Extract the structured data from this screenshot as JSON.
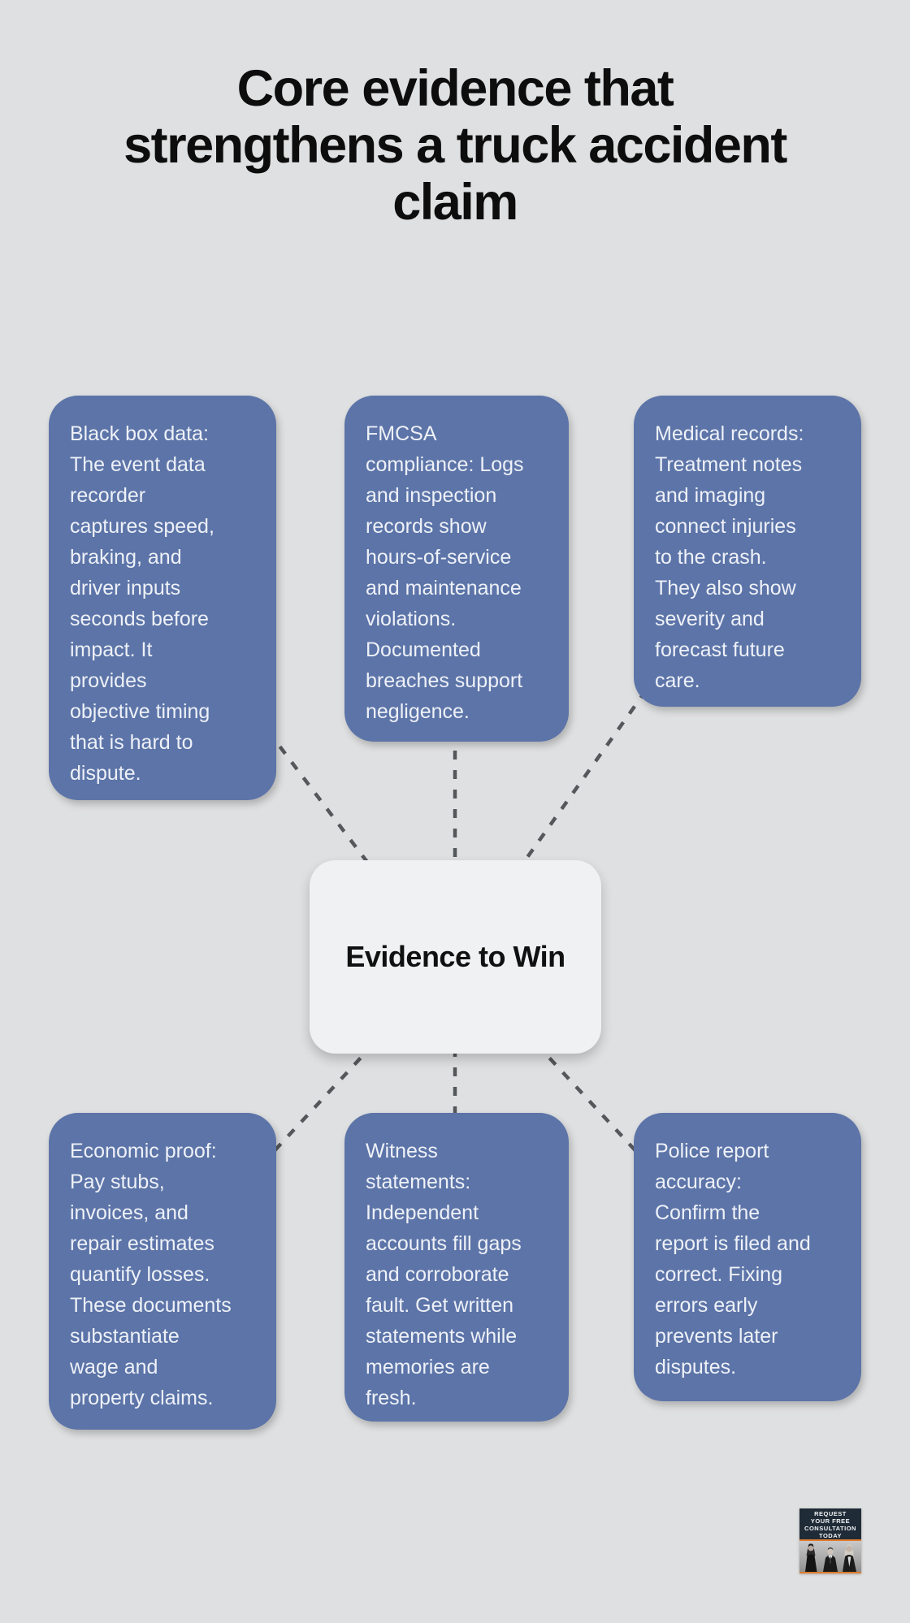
{
  "header": {
    "title": "Core evidence that\nstrengthens a truck accident\nclaim"
  },
  "center": {
    "label": "Evidence to Win"
  },
  "nodes": [
    {
      "id": "black-box-data",
      "text": "Black box data:\nThe event data\nrecorder\ncaptures speed,\nbraking, and\ndriver inputs\nseconds before\nimpact. It\nprovides\nobjective timing\nthat is hard to\ndispute."
    },
    {
      "id": "fmcsa-compliance",
      "text": "FMCSA\ncompliance: Logs\nand inspection\nrecords show\nhours-of-service\nand maintenance\nviolations.\nDocumented\nbreaches support\nnegligence."
    },
    {
      "id": "medical-records",
      "text": "Medical records:\nTreatment notes\nand imaging\nconnect injuries\nto the crash.\nThey also show\nseverity and\nforecast future\ncare."
    },
    {
      "id": "economic-proof",
      "text": "Economic proof:\nPay stubs,\ninvoices, and\nrepair estimates\nquantify losses.\nThese documents\nsubstantiate\nwage and\nproperty claims."
    },
    {
      "id": "witness-statements",
      "text": "Witness\nstatements:\nIndependent\naccounts fill gaps\nand corroborate\nfault. Get written\nstatements while\nmemories are\nfresh."
    },
    {
      "id": "police-report-accuracy",
      "text": "Police report\naccuracy:\nConfirm the\nreport is filed and\ncorrect. Fixing\nerrors early\nprevents later\ndisputes."
    }
  ],
  "badge": {
    "lines": [
      "REQUEST",
      "YOUR FREE",
      "CONSULTATION",
      "TODAY"
    ]
  },
  "colors": {
    "background": "#dfe0e1",
    "node_fill": "#5c74a8",
    "node_text": "#eef1f7",
    "center_fill": "#f0f1f3",
    "title_text": "#0d0d0d",
    "connector": "#54585a",
    "badge_navy": "#1f2b37",
    "badge_orange": "#de7b2b"
  }
}
